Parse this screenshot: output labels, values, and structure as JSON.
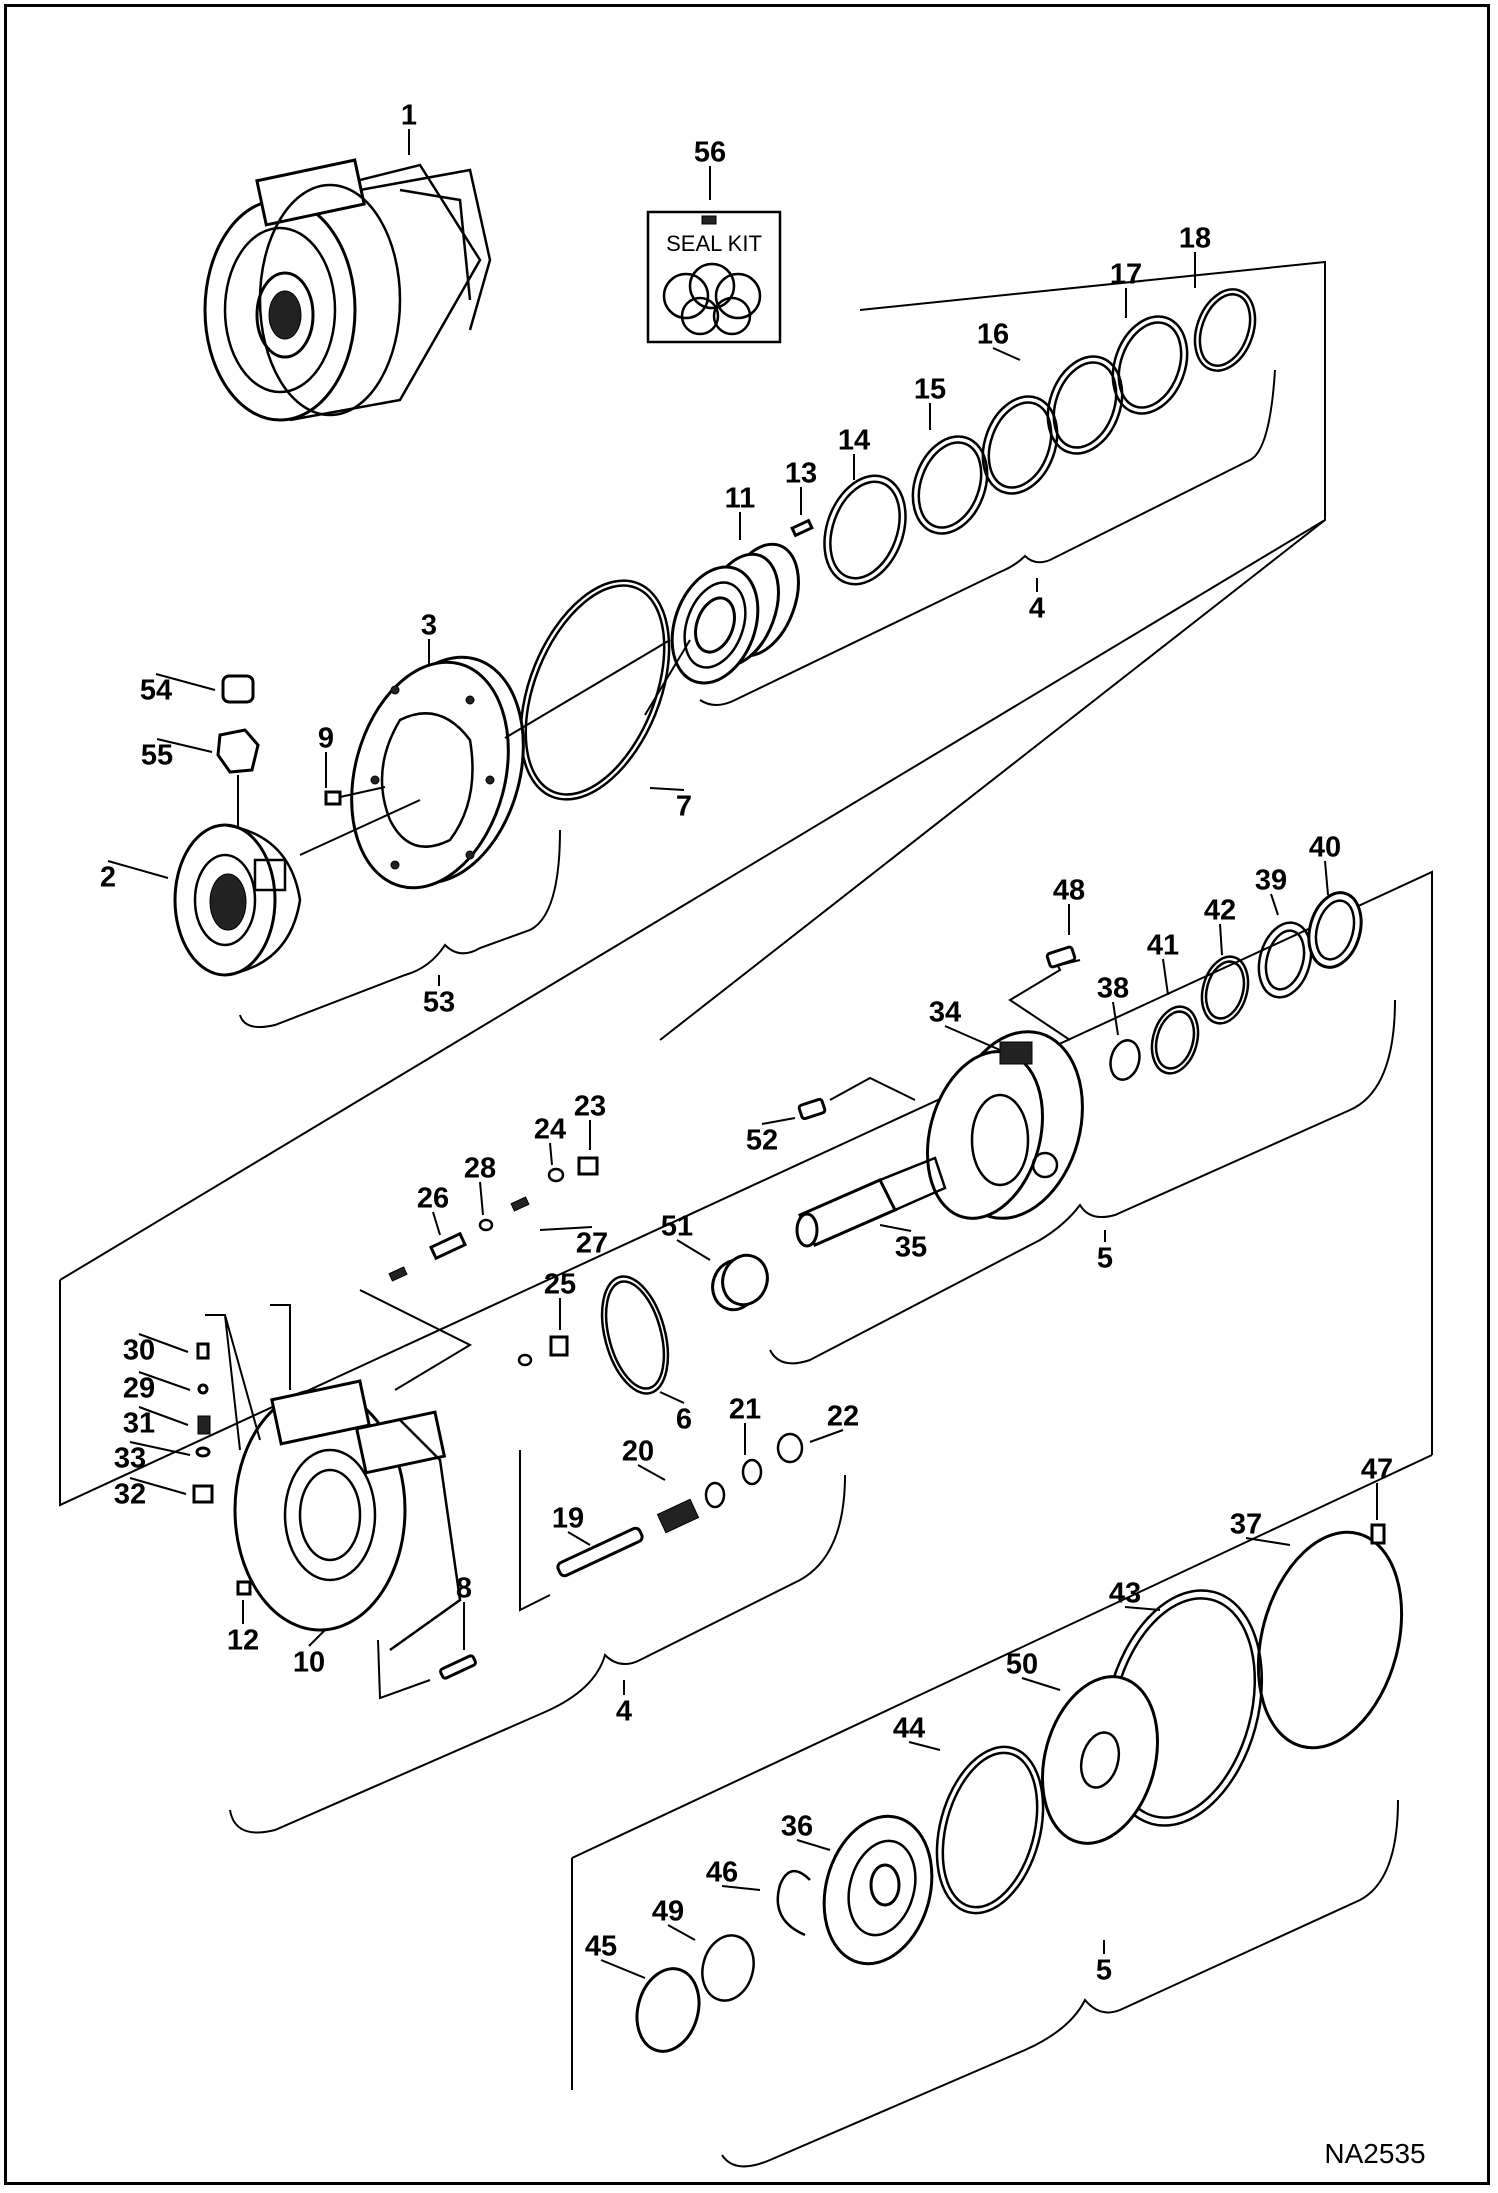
{
  "figure_code": "NA2535",
  "seal_kit_text": "SEAL KIT",
  "callouts": [
    "1",
    "2",
    "3",
    "4",
    "5",
    "6",
    "7",
    "8",
    "9",
    "10",
    "11",
    "12",
    "13",
    "14",
    "15",
    "16",
    "17",
    "18",
    "19",
    "20",
    "21",
    "22",
    "23",
    "24",
    "25",
    "26",
    "27",
    "28",
    "29",
    "30",
    "31",
    "32",
    "33",
    "34",
    "35",
    "36",
    "37",
    "38",
    "39",
    "40",
    "41",
    "42",
    "43",
    "44",
    "45",
    "46",
    "47",
    "48",
    "49",
    "50",
    "51",
    "52",
    "53",
    "54",
    "55",
    "56"
  ],
  "group_labels": {
    "group_4_upper": "4",
    "group_4_lower": "4",
    "group_5_upper": "5",
    "group_5_lower": "5",
    "group_53": "53"
  }
}
